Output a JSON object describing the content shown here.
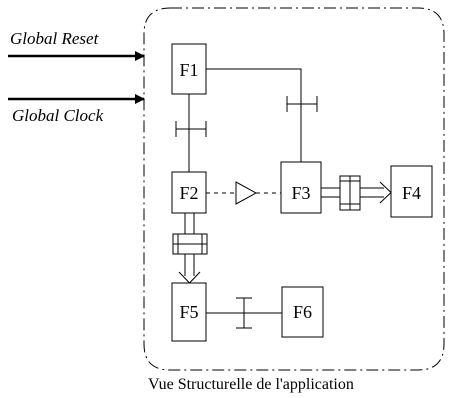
{
  "inputs": {
    "reset_label": "Global Reset",
    "clock_label": "Global Clock"
  },
  "blocks": {
    "f1": "F1",
    "f2": "F2",
    "f3": "F3",
    "f4": "F4",
    "f5": "F5",
    "f6": "F6"
  },
  "caption": "Vue Structurelle de l'application"
}
